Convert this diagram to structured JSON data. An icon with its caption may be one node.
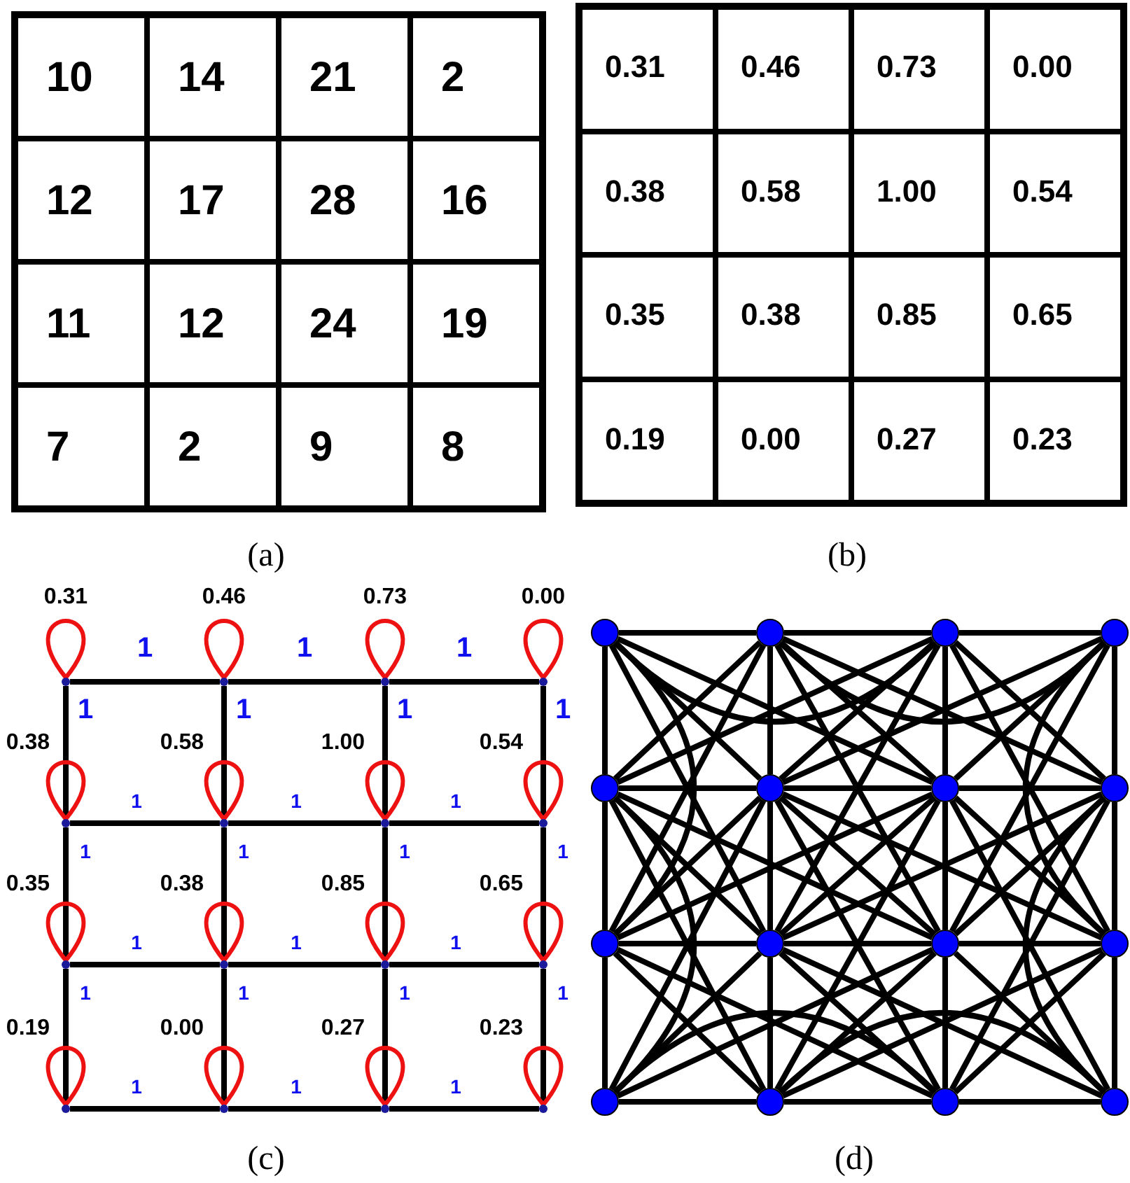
{
  "diagram": {
    "nodes": [
      {
        "text": [],
        "shape": "circle"
      },
      {
        "text": [],
        "shape": "circle"
      },
      {
        "text": [],
        "shape": "circle"
      },
      {
        "text": [],
        "shape": "circle"
      },
      {
        "text": [],
        "shape": "circle",
        "beside": [
          "0.38"
        ]
      },
      {
        "text": [],
        "shape": "circle",
        "beside": [
          "0.58"
        ]
      },
      {
        "text": [],
        "shape": "circle",
        "beside": [
          "1.00"
        ]
      },
      {
        "text": [],
        "shape": "circle",
        "beside": [
          "0.54"
        ]
      },
      {
        "text": [],
        "shape": "circle",
        "beside": [
          "0.35"
        ]
      },
      {
        "text": [],
        "shape": "circle",
        "beside": [
          "0.38"
        ]
      },
      {
        "text": [],
        "shape": "circle",
        "beside": [
          "0.85"
        ]
      },
      {
        "text": [],
        "shape": "circle",
        "beside": [
          "0.65"
        ]
      },
      {
        "text": [],
        "shape": "circle",
        "beside": [
          "0.19"
        ]
      },
      {
        "text": [],
        "shape": "circle",
        "beside": [
          "0.00"
        ]
      },
      {
        "text": [],
        "shape": "circle",
        "beside": [
          "0.27"
        ]
      },
      {
        "text": [],
        "shape": "circle",
        "beside": [
          "0.23"
        ]
      },
      {
        "text": [],
        "shape": "circle"
      },
      {
        "text": [],
        "shape": "circle"
      },
      {
        "text": [],
        "shape": "circle"
      },
      {
        "text": [],
        "shape": "circle"
      },
      {
        "text": [],
        "shape": "circle"
      },
      {
        "text": [],
        "shape": "circle"
      },
      {
        "text": [],
        "shape": "circle"
      },
      {
        "text": [],
        "shape": "circle"
      },
      {
        "text": [],
        "shape": "circle"
      },
      {
        "text": [],
        "shape": "circle"
      },
      {
        "text": [],
        "shape": "circle"
      },
      {
        "text": [],
        "shape": "circle"
      },
      {
        "text": [],
        "shape": "circle"
      },
      {
        "text": [],
        "shape": "circle"
      },
      {
        "text": [],
        "shape": "circle"
      },
      {
        "text": [],
        "shape": "circle"
      }
    ],
    "edges": [
      {
        "from": 0,
        "to": 1,
        "arrow": "none",
        "label": "1"
      },
      {
        "from": 1,
        "to": 2,
        "arrow": "none",
        "label": "1"
      },
      {
        "from": 2,
        "to": 3,
        "arrow": "none",
        "label": "1"
      },
      {
        "from": 4,
        "to": 5,
        "arrow": "none",
        "label": "1"
      },
      {
        "from": 5,
        "to": 6,
        "arrow": "none",
        "label": "1"
      },
      {
        "from": 6,
        "to": 7,
        "arrow": "none",
        "label": "1"
      },
      {
        "from": 8,
        "to": 9,
        "arrow": "none",
        "label": "1"
      },
      {
        "from": 9,
        "to": 10,
        "arrow": "none",
        "label": "1"
      },
      {
        "from": 10,
        "to": 11,
        "arrow": "none",
        "label": "1"
      },
      {
        "from": 12,
        "to": 13,
        "arrow": "none",
        "label": "1"
      },
      {
        "from": 13,
        "to": 14,
        "arrow": "none",
        "label": "1"
      },
      {
        "from": 14,
        "to": 15,
        "arrow": "none",
        "label": "1"
      },
      {
        "from": 0,
        "to": 4,
        "arrow": "none",
        "label": "1"
      },
      {
        "from": 1,
        "to": 5,
        "arrow": "none",
        "label": "1"
      },
      {
        "from": 2,
        "to": 6,
        "arrow": "none",
        "label": "1"
      },
      {
        "from": 3,
        "to": 7,
        "arrow": "none",
        "label": "1"
      },
      {
        "from": 4,
        "to": 8,
        "arrow": "none",
        "label": "1"
      },
      {
        "from": 5,
        "to": 9,
        "arrow": "none",
        "label": "1"
      },
      {
        "from": 6,
        "to": 10,
        "arrow": "none",
        "label": "1"
      },
      {
        "from": 7,
        "to": 11,
        "arrow": "none",
        "label": "1"
      },
      {
        "from": 8,
        "to": 12,
        "arrow": "none",
        "label": "1"
      },
      {
        "from": 9,
        "to": 13,
        "arrow": "none",
        "label": "1"
      },
      {
        "from": 10,
        "to": 14,
        "arrow": "none",
        "label": "1"
      },
      {
        "from": 11,
        "to": 15,
        "arrow": "none",
        "label": "1"
      },
      {
        "from": 0,
        "to": 0,
        "arrow": "none",
        "color": "#ee1111"
      },
      {
        "from": 1,
        "to": 1,
        "arrow": "none",
        "color": "#ee1111"
      },
      {
        "from": 2,
        "to": 2,
        "arrow": "none",
        "color": "#ee1111"
      },
      {
        "from": 3,
        "to": 3,
        "arrow": "none",
        "color": "#ee1111"
      },
      {
        "from": 4,
        "to": 4,
        "arrow": "none",
        "color": "#ee1111"
      },
      {
        "from": 5,
        "to": 5,
        "arrow": "none",
        "color": "#ee1111"
      },
      {
        "from": 6,
        "to": 6,
        "arrow": "none",
        "color": "#ee1111"
      },
      {
        "from": 7,
        "to": 7,
        "arrow": "none",
        "color": "#ee1111"
      },
      {
        "from": 8,
        "to": 8,
        "arrow": "none",
        "color": "#ee1111"
      },
      {
        "from": 9,
        "to": 9,
        "arrow": "none",
        "color": "#ee1111"
      },
      {
        "from": 10,
        "to": 10,
        "arrow": "none",
        "color": "#ee1111"
      },
      {
        "from": 11,
        "to": 11,
        "arrow": "none",
        "color": "#ee1111"
      },
      {
        "from": 12,
        "to": 12,
        "arrow": "none",
        "color": "#ee1111"
      },
      {
        "from": 13,
        "to": 13,
        "arrow": "none",
        "color": "#ee1111"
      },
      {
        "from": 14,
        "to": 14,
        "arrow": "none",
        "color": "#ee1111"
      },
      {
        "from": 15,
        "to": 15,
        "arrow": "none",
        "color": "#ee1111"
      },
      {
        "from": 16,
        "to": 17,
        "arrow": "none"
      },
      {
        "from": 17,
        "to": 18,
        "arrow": "none"
      },
      {
        "from": 18,
        "to": 19,
        "arrow": "none"
      },
      {
        "from": 20,
        "to": 21,
        "arrow": "none"
      },
      {
        "from": 21,
        "to": 22,
        "arrow": "none"
      },
      {
        "from": 22,
        "to": 23,
        "arrow": "none"
      },
      {
        "from": 24,
        "to": 25,
        "arrow": "none"
      },
      {
        "from": 25,
        "to": 26,
        "arrow": "none"
      },
      {
        "from": 26,
        "to": 27,
        "arrow": "none"
      },
      {
        "from": 28,
        "to": 29,
        "arrow": "none"
      },
      {
        "from": 29,
        "to": 30,
        "arrow": "none"
      },
      {
        "from": 30,
        "to": 31,
        "arrow": "none"
      },
      {
        "from": 16,
        "to": 20,
        "arrow": "none"
      },
      {
        "from": 17,
        "to": 21,
        "arrow": "none"
      },
      {
        "from": 18,
        "to": 22,
        "arrow": "none"
      },
      {
        "from": 19,
        "to": 23,
        "arrow": "none"
      },
      {
        "from": 20,
        "to": 24,
        "arrow": "none"
      },
      {
        "from": 21,
        "to": 25,
        "arrow": "none"
      },
      {
        "from": 22,
        "to": 26,
        "arrow": "none"
      },
      {
        "from": 23,
        "to": 27,
        "arrow": "none"
      },
      {
        "from": 24,
        "to": 28,
        "arrow": "none"
      },
      {
        "from": 25,
        "to": 29,
        "arrow": "none"
      },
      {
        "from": 26,
        "to": 30,
        "arrow": "none"
      },
      {
        "from": 27,
        "to": 31,
        "arrow": "none"
      },
      {
        "from": 16,
        "to": 21,
        "arrow": "none"
      },
      {
        "from": 17,
        "to": 22,
        "arrow": "none"
      },
      {
        "from": 18,
        "to": 23,
        "arrow": "none"
      },
      {
        "from": 20,
        "to": 25,
        "arrow": "none"
      },
      {
        "from": 21,
        "to": 26,
        "arrow": "none"
      },
      {
        "from": 22,
        "to": 27,
        "arrow": "none"
      },
      {
        "from": 24,
        "to": 29,
        "arrow": "none"
      },
      {
        "from": 25,
        "to": 30,
        "arrow": "none"
      },
      {
        "from": 26,
        "to": 31,
        "arrow": "none"
      },
      {
        "from": 17,
        "to": 20,
        "arrow": "none"
      },
      {
        "from": 18,
        "to": 21,
        "arrow": "none"
      },
      {
        "from": 19,
        "to": 22,
        "arrow": "none"
      },
      {
        "from": 21,
        "to": 24,
        "arrow": "none"
      },
      {
        "from": 22,
        "to": 25,
        "arrow": "none"
      },
      {
        "from": 23,
        "to": 26,
        "arrow": "none"
      },
      {
        "from": 25,
        "to": 28,
        "arrow": "none"
      },
      {
        "from": 26,
        "to": 29,
        "arrow": "none"
      },
      {
        "from": 27,
        "to": 30,
        "arrow": "none"
      },
      {
        "from": 16,
        "to": 22,
        "arrow": "none"
      },
      {
        "from": 17,
        "to": 23,
        "arrow": "none"
      },
      {
        "from": 20,
        "to": 26,
        "arrow": "none"
      },
      {
        "from": 21,
        "to": 27,
        "arrow": "none"
      },
      {
        "from": 24,
        "to": 30,
        "arrow": "none"
      },
      {
        "from": 25,
        "to": 31,
        "arrow": "none"
      },
      {
        "from": 18,
        "to": 20,
        "arrow": "none"
      },
      {
        "from": 19,
        "to": 21,
        "arrow": "none"
      },
      {
        "from": 22,
        "to": 24,
        "arrow": "none"
      },
      {
        "from": 23,
        "to": 25,
        "arrow": "none"
      },
      {
        "from": 26,
        "to": 28,
        "arrow": "none"
      },
      {
        "from": 27,
        "to": 29,
        "arrow": "none"
      },
      {
        "from": 16,
        "to": 25,
        "arrow": "none"
      },
      {
        "from": 17,
        "to": 26,
        "arrow": "none"
      },
      {
        "from": 18,
        "to": 27,
        "arrow": "none"
      },
      {
        "from": 20,
        "to": 29,
        "arrow": "none"
      },
      {
        "from": 21,
        "to": 30,
        "arrow": "none"
      },
      {
        "from": 22,
        "to": 31,
        "arrow": "none"
      },
      {
        "from": 17,
        "to": 24,
        "arrow": "none"
      },
      {
        "from": 18,
        "to": 25,
        "arrow": "none"
      },
      {
        "from": 19,
        "to": 26,
        "arrow": "none"
      },
      {
        "from": 21,
        "to": 28,
        "arrow": "none"
      },
      {
        "from": 22,
        "to": 29,
        "arrow": "none"
      },
      {
        "from": 23,
        "to": 30,
        "arrow": "none"
      },
      {
        "from": 16,
        "to": 18,
        "arrow": "none"
      },
      {
        "from": 17,
        "to": 19,
        "arrow": "none"
      },
      {
        "from": 28,
        "to": 30,
        "arrow": "none"
      },
      {
        "from": 29,
        "to": 31,
        "arrow": "none"
      },
      {
        "from": 16,
        "to": 24,
        "arrow": "none"
      },
      {
        "from": 20,
        "to": 28,
        "arrow": "none"
      },
      {
        "from": 19,
        "to": 27,
        "arrow": "none"
      },
      {
        "from": 23,
        "to": 31,
        "arrow": "none"
      }
    ],
    "labels": [
      "10",
      "14",
      "21",
      "2",
      "12",
      "17",
      "28",
      "16",
      "11",
      "12",
      "24",
      "19",
      "7",
      "2",
      "9",
      "8",
      "0.31",
      "0.46",
      "0.73",
      "0.00",
      "0.38",
      "0.58",
      "1.00",
      "0.54",
      "0.35",
      "0.38",
      "0.85",
      "0.65",
      "0.19",
      "0.00",
      "0.27",
      "0.23",
      "(a)",
      "(b)",
      "0.31",
      "0.46",
      "0.73",
      "0.00",
      "(c)",
      "(d)"
    ]
  }
}
